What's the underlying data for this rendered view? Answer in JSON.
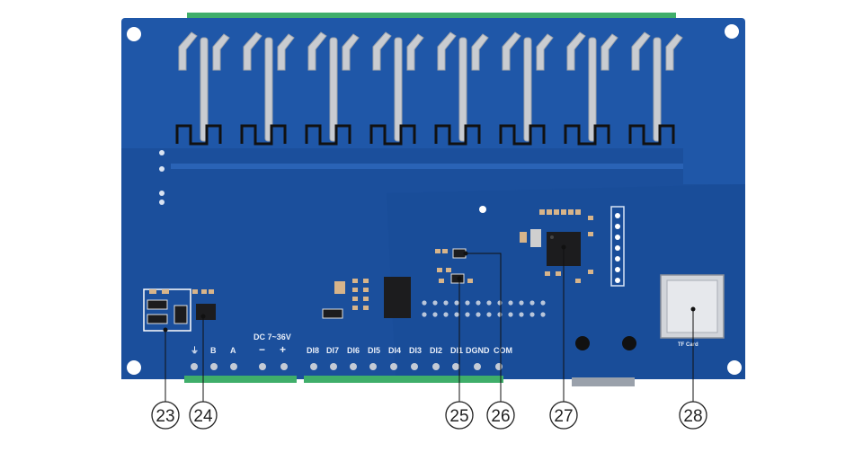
{
  "board": {
    "terminal_labels": {
      "ground_symbol": "⏚",
      "b": "B",
      "a": "A",
      "power": "DC 7~36V",
      "minus": "−",
      "plus": "+",
      "di8": "DI8",
      "di7": "DI7",
      "di6": "DI6",
      "di5": "DI5",
      "di4": "DI4",
      "di3": "DI3",
      "di2": "DI2",
      "di1": "DI1",
      "dgnd": "DGND",
      "com": "COM"
    },
    "tf_card_label": "TF Card",
    "colors": {
      "pcb": "#1f57a8",
      "pcb_dark": "#174a93",
      "relay_pad": "#c9ccd1",
      "terminal": "#3fae6a",
      "chip": "#1c1c1e"
    }
  },
  "callouts": [
    "23",
    "24",
    "25",
    "26",
    "27",
    "28"
  ]
}
